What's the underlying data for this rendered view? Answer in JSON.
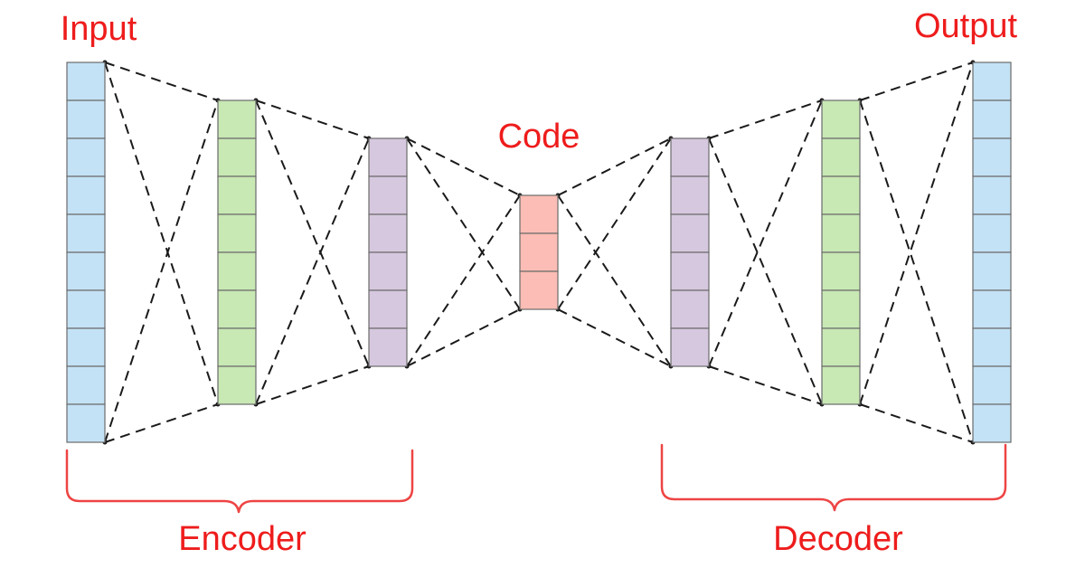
{
  "labels": {
    "input": "Input",
    "output": "Output",
    "code": "Code",
    "encoder": "Encoder",
    "decoder": "Decoder"
  },
  "colors": {
    "label": "#ee1c1c",
    "brace": "#ee4444",
    "line": "#1a1a1a",
    "cell_border": "#6b6b6b"
  },
  "layers": [
    {
      "name": "input-layer",
      "units": 10,
      "color": "#c4e2f5"
    },
    {
      "name": "encoder-hidden-layer-1",
      "units": 8,
      "color": "#c8e8b4"
    },
    {
      "name": "encoder-hidden-layer-2",
      "units": 6,
      "color": "#d6c8df"
    },
    {
      "name": "code-layer",
      "units": 3,
      "color": "#fbbdb5"
    },
    {
      "name": "decoder-hidden-layer-1",
      "units": 6,
      "color": "#d6c8df"
    },
    {
      "name": "decoder-hidden-layer-2",
      "units": 8,
      "color": "#c8e8b4"
    },
    {
      "name": "output-layer",
      "units": 10,
      "color": "#c4e2f5"
    }
  ]
}
